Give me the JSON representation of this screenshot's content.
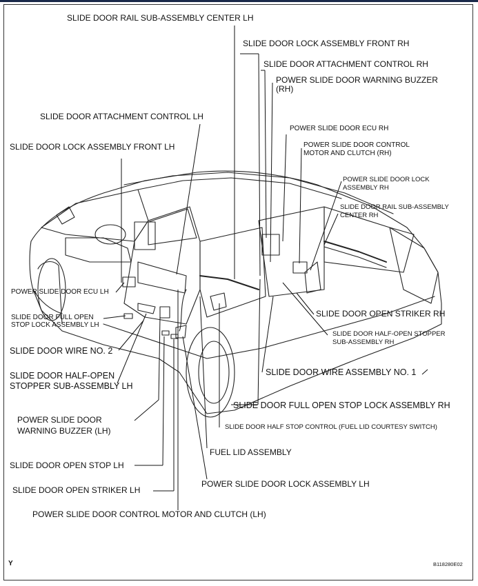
{
  "labels": {
    "rail_center_lh": "SLIDE DOOR RAIL SUB-ASSEMBLY CENTER LH",
    "lock_front_rh": "SLIDE DOOR LOCK ASSEMBLY FRONT RH",
    "attach_control_rh": "SLIDE DOOR ATTACHMENT CONTROL RH",
    "buzzer_rh_1": "POWER SLIDE DOOR WARNING BUZZER",
    "buzzer_rh_2": "(RH)",
    "ecu_rh": "POWER SLIDE DOOR ECU RH",
    "motor_rh_1": "POWER SLIDE DOOR CONTROL",
    "motor_rh_2": "MOTOR AND CLUTCH (RH)",
    "attach_control_lh": "SLIDE DOOR ATTACHMENT CONTROL LH",
    "lock_front_lh": "SLIDE DOOR LOCK ASSEMBLY FRONT LH",
    "pw_lock_rh_1": "POWER SLIDE DOOR LOCK",
    "pw_lock_rh_2": "ASSEMBLY RH",
    "rail_center_rh_1": "SLIDE DOOR RAIL SUB-ASSEMBLY",
    "rail_center_rh_2": "CENTER RH",
    "ecu_lh": "POWER SLIDE DOOR ECU LH",
    "full_open_lh_1": "SLIDE DOOR FULL OPEN",
    "full_open_lh_2": "STOP LOCK ASSEMBLY LH",
    "open_striker_rh": "SLIDE DOOR OPEN STRIKER RH",
    "half_open_rh_1": "SLIDE DOOR HALF-OPEN STOPPER",
    "half_open_rh_2": "SUB-ASSEMBLY RH",
    "wire_no2": "SLIDE DOOR WIRE NO. 2",
    "half_open_lh_1": "SLIDE DOOR HALF-OPEN",
    "half_open_lh_2": "STOPPER SUB-ASSEMBLY LH",
    "wire_no1": "SLIDE DOOR WIRE ASSEMBLY NO. 1",
    "full_open_rh": "SLIDE DOOR FULL OPEN STOP LOCK ASSEMBLY RH",
    "buzzer_lh_1": "POWER SLIDE DOOR",
    "buzzer_lh_2": "WARNING BUZZER (LH)",
    "half_stop_control": "SLIDE DOOR HALF STOP CONTROL (FUEL LID COURTESY SWITCH)",
    "fuel_lid": "FUEL LID ASSEMBLY",
    "open_stop_lh": "SLIDE DOOR OPEN STOP LH",
    "pw_lock_lh": "POWER SLIDE DOOR LOCK ASSEMBLY LH",
    "open_striker_lh": "SLIDE DOOR OPEN STRIKER LH",
    "motor_lh": "POWER SLIDE DOOR CONTROL MOTOR AND CLUTCH  (LH)"
  },
  "corner_mark": "Y",
  "figure_code": "B118280E02"
}
